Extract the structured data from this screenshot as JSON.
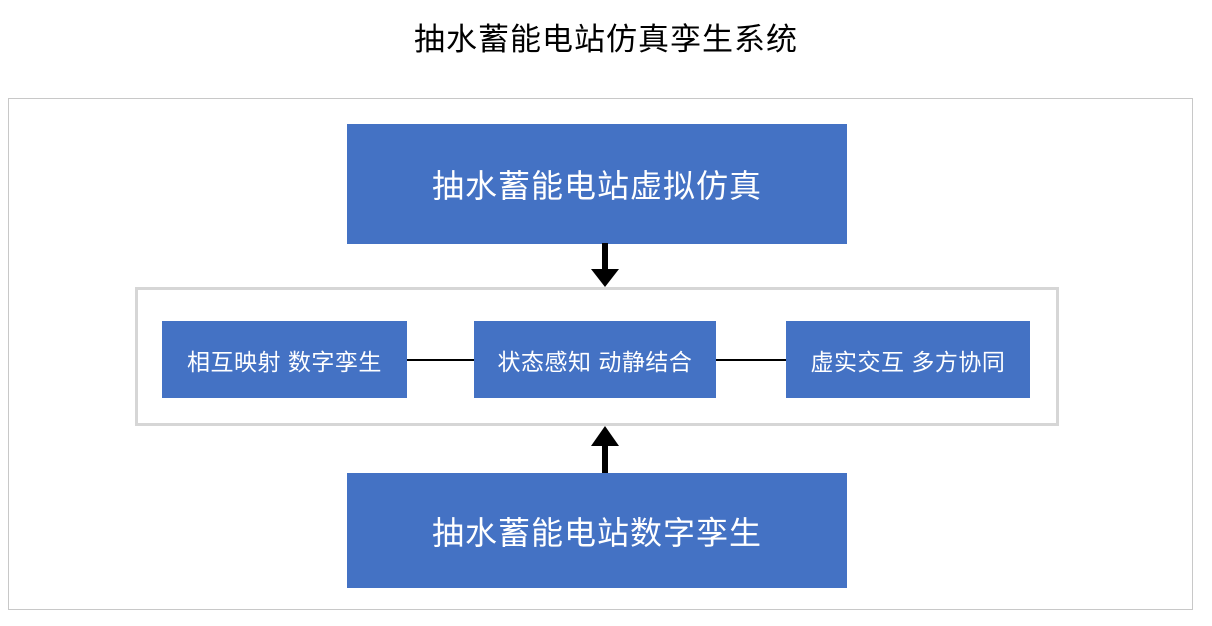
{
  "diagram": {
    "title": "抽水蓄能电站仿真孪生系统",
    "top_box": {
      "label": "抽水蓄能电站虚拟仿真"
    },
    "bottom_box": {
      "label": "抽水蓄能电站数字孪生"
    },
    "middle_group": {
      "boxes": [
        {
          "label": "相互映射 数字孪生"
        },
        {
          "label": "状态感知 动静结合"
        },
        {
          "label": "虚实交互 多方协同"
        }
      ]
    },
    "connectors": [
      {
        "name": "arrow-down-top-to-middle",
        "direction": "down"
      },
      {
        "name": "arrow-up-bottom-to-middle",
        "direction": "up"
      },
      {
        "name": "line-left-to-center",
        "direction": "horizontal"
      },
      {
        "name": "line-center-to-right",
        "direction": "horizontal"
      }
    ],
    "colors": {
      "box_fill": "#4472C4",
      "box_text": "#FFFFFF",
      "outer_border": "#C8C8C8",
      "group_border": "#D6D6D6",
      "connector": "#000000",
      "title_text": "#000000",
      "background": "#FFFFFF"
    }
  }
}
